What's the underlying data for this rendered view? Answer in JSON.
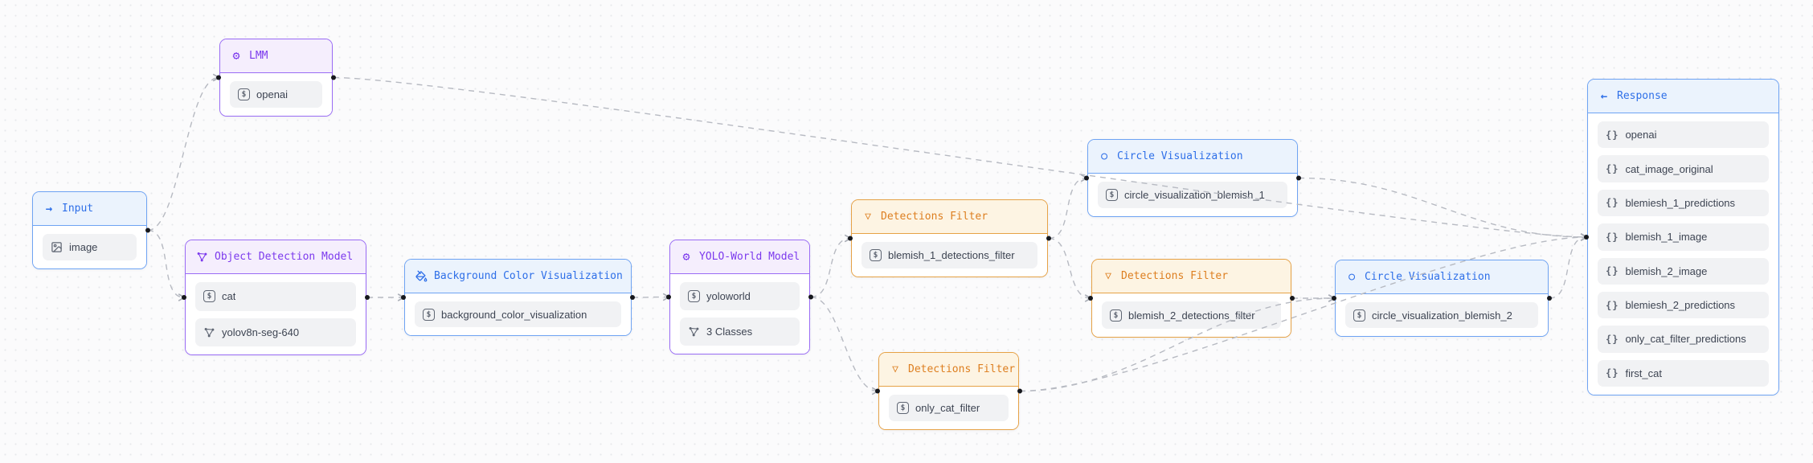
{
  "canvas": {
    "background_color": "#fbfbfc",
    "dot_grid_color": "#e7e9ec",
    "edge_color": "#b7bac2"
  },
  "palette": {
    "purple_accent": "#7c3aed",
    "purple_border": "#9a6cf5",
    "purple_header_bg": "#f5eefd",
    "blue_accent": "#2e6fe8",
    "blue_border": "#6ea3f3",
    "blue_header_bg": "#ebf3fd",
    "orange_accent": "#dd7e1f",
    "orange_border": "#e6a246",
    "orange_header_bg": "#fdf4e3",
    "item_bg": "#f1f2f4",
    "item_text": "#3d4452"
  },
  "nodes": [
    {
      "id": "lmm",
      "title": "LMM",
      "color": "purple",
      "header_icon": "gear-icon",
      "items": [
        {
          "icon": "string-icon",
          "label": "openai"
        }
      ]
    },
    {
      "id": "input",
      "title": "Input",
      "color": "blue",
      "header_icon": "arrow-right-icon",
      "items": [
        {
          "icon": "image-icon",
          "label": "image"
        }
      ]
    },
    {
      "id": "object-detection-model",
      "title": "Object Detection Model",
      "color": "purple",
      "header_icon": "network-icon",
      "items": [
        {
          "icon": "string-icon",
          "label": "cat"
        },
        {
          "icon": "network-icon",
          "label": "yolov8n-seg-640"
        }
      ]
    },
    {
      "id": "background-color-visualization",
      "title": "Background Color Visualization",
      "color": "blue",
      "header_icon": "paint-bucket-icon",
      "items": [
        {
          "icon": "string-icon",
          "label": "background_color_visualization"
        }
      ]
    },
    {
      "id": "yolo-world-model",
      "title": "YOLO-World Model",
      "color": "purple",
      "header_icon": "gear-icon",
      "items": [
        {
          "icon": "string-icon",
          "label": "yoloworld"
        },
        {
          "icon": "network-icon",
          "label": "3 Classes"
        }
      ]
    },
    {
      "id": "detections-filter-1",
      "title": "Detections Filter",
      "color": "orange",
      "header_icon": "filter-icon",
      "items": [
        {
          "icon": "string-icon",
          "label": "blemish_1_detections_filter"
        }
      ]
    },
    {
      "id": "circle-visualization-1",
      "title": "Circle Visualization",
      "color": "blue",
      "header_icon": "circle-icon",
      "items": [
        {
          "icon": "string-icon",
          "label": "circle_visualization_blemish_1"
        }
      ]
    },
    {
      "id": "detections-filter-2",
      "title": "Detections Filter",
      "color": "orange",
      "header_icon": "filter-icon",
      "items": [
        {
          "icon": "string-icon",
          "label": "blemish_2_detections_filter"
        }
      ]
    },
    {
      "id": "circle-visualization-2",
      "title": "Circle Visualization",
      "color": "blue",
      "header_icon": "circle-icon",
      "items": [
        {
          "icon": "string-icon",
          "label": "circle_visualization_blemish_2"
        }
      ]
    },
    {
      "id": "detections-filter-3",
      "title": "Detections Filter",
      "color": "orange",
      "header_icon": "filter-icon",
      "items": [
        {
          "icon": "string-icon",
          "label": "only_cat_filter"
        }
      ]
    },
    {
      "id": "response",
      "title": "Response",
      "color": "blue",
      "header_icon": "arrow-left-icon",
      "items": [
        {
          "icon": "braces-icon",
          "label": "openai"
        },
        {
          "icon": "braces-icon",
          "label": "cat_image_original"
        },
        {
          "icon": "braces-icon",
          "label": "blemiesh_1_predictions"
        },
        {
          "icon": "braces-icon",
          "label": "blemish_1_image"
        },
        {
          "icon": "braces-icon",
          "label": "blemish_2_image"
        },
        {
          "icon": "braces-icon",
          "label": "blemiesh_2_predictions"
        },
        {
          "icon": "braces-icon",
          "label": "only_cat_filter_predictions"
        },
        {
          "icon": "braces-icon",
          "label": "first_cat"
        }
      ]
    }
  ],
  "edges": [
    {
      "from": "input",
      "to": "lmm"
    },
    {
      "from": "input",
      "to": "object-detection-model"
    },
    {
      "from": "lmm",
      "to": "response"
    },
    {
      "from": "object-detection-model",
      "to": "background-color-visualization"
    },
    {
      "from": "background-color-visualization",
      "to": "yolo-world-model"
    },
    {
      "from": "yolo-world-model",
      "to": "detections-filter-1"
    },
    {
      "from": "yolo-world-model",
      "to": "detections-filter-3"
    },
    {
      "from": "detections-filter-1",
      "to": "circle-visualization-1"
    },
    {
      "from": "detections-filter-1",
      "to": "detections-filter-2"
    },
    {
      "from": "detections-filter-2",
      "to": "circle-visualization-2"
    },
    {
      "from": "detections-filter-3",
      "to": "circle-visualization-2"
    },
    {
      "from": "circle-visualization-1",
      "to": "response"
    },
    {
      "from": "circle-visualization-2",
      "to": "response"
    },
    {
      "from": "detections-filter-3",
      "to": "response"
    }
  ]
}
